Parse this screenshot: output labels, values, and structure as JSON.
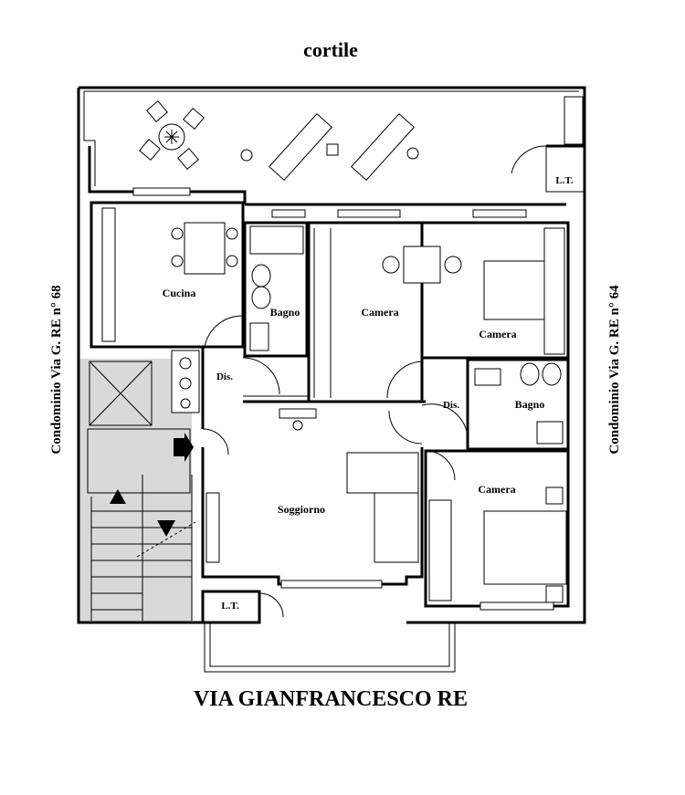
{
  "labels": {
    "courtyard": "cortile",
    "street": "VIA GIANFRANCESCO RE",
    "left_neighbor": "Condominio Via G. RE n° 68",
    "right_neighbor": "Condominio Via G. RE n° 64"
  },
  "rooms": {
    "lt_top": "L.T.",
    "kitchen": "Cucina",
    "bath_left": "Bagno",
    "bedroom_center": "Camera",
    "bedroom_top_right": "Camera",
    "hall_left": "Dis.",
    "hall_right": "Dis.",
    "bath_right": "Bagno",
    "bedroom_bottom_right": "Camera",
    "living": "Soggiorno",
    "lt_bottom": "L.T."
  },
  "colors": {
    "stair_fill": "#d9d9d9",
    "walls": "#000000",
    "background": "#ffffff"
  }
}
